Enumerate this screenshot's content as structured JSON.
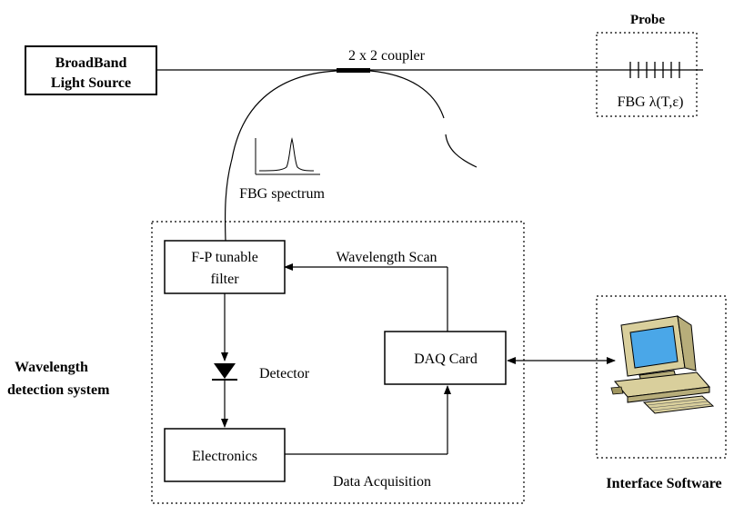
{
  "diagram": {
    "source_label_line1": "BroadBand",
    "source_label_line2": "Light Source",
    "coupler_label": "2 x 2 coupler",
    "probe_title": "Probe",
    "probe_fbg_label": "FBG λ(T,ε)",
    "spectrum_label": "FBG spectrum",
    "filter_label_line1": "F-P tunable",
    "filter_label_line2": "filter",
    "wavelength_scan_label": "Wavelength Scan",
    "daq_label": "DAQ Card",
    "detector_label": "Detector",
    "electronics_label": "Electronics",
    "data_acquisition_label": "Data Acquisition",
    "system_label_line1": "Wavelength",
    "system_label_line2": "detection system",
    "software_label": "Interface Software"
  }
}
